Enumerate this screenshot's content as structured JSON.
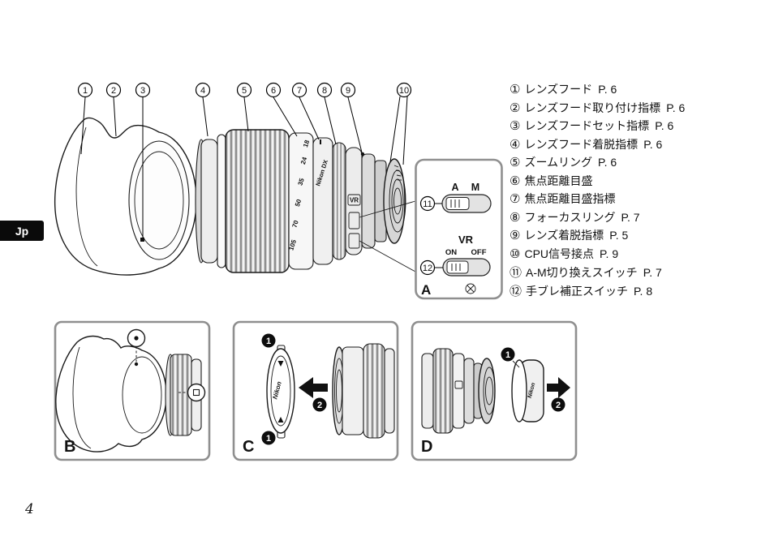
{
  "page": {
    "language_tab": "Jp",
    "page_number": "4"
  },
  "diagram": {
    "callouts": [
      "1",
      "2",
      "3",
      "4",
      "5",
      "6",
      "7",
      "8",
      "9",
      "10"
    ],
    "focal_numbers": [
      "105",
      "70",
      "50",
      "35",
      "24",
      "18"
    ],
    "lens_text": {
      "brand": "Nikon DX",
      "vr_badge": "VR"
    },
    "inset_a": {
      "letter": "A",
      "callout_11": "11",
      "callout_12": "12",
      "am_switch": {
        "a": "A",
        "m": "M"
      },
      "vr_switch": {
        "label": "VR",
        "on": "ON",
        "off": "OFF"
      }
    }
  },
  "parts_list": {
    "rows": [
      {
        "num": "①",
        "label": "レンズフード",
        "page": "P. 6"
      },
      {
        "num": "②",
        "label": "レンズフード取り付け指標",
        "page": "P. 6"
      },
      {
        "num": "③",
        "label": "レンズフードセット指標",
        "page": "P. 6"
      },
      {
        "num": "④",
        "label": "レンズフード着脱指標",
        "page": "P. 6"
      },
      {
        "num": "⑤",
        "label": "ズームリング",
        "page": "P. 6"
      },
      {
        "num": "⑥",
        "label": "焦点距離目盛",
        "page": ""
      },
      {
        "num": "⑦",
        "label": "焦点距離目盛指標",
        "page": ""
      },
      {
        "num": "⑧",
        "label": "フォーカスリング",
        "page": "P. 7"
      },
      {
        "num": "⑨",
        "label": "レンズ着脱指標",
        "page": "P. 5"
      },
      {
        "num": "⑩",
        "label": "CPU信号接点",
        "page": "P. 9"
      },
      {
        "num": "⑪",
        "label": "A-M切り換えスイッチ",
        "page": "P. 7"
      },
      {
        "num": "⑫",
        "label": "手ブレ補正スイッチ",
        "page": "P. 8"
      }
    ]
  },
  "insets": {
    "b": {
      "letter": "B"
    },
    "c": {
      "letter": "C",
      "badge_1": "1",
      "badge_2": "2",
      "cap_brand": "Nikon"
    },
    "d": {
      "letter": "D",
      "badge_1": "1",
      "badge_2": "2",
      "cap_brand": "Nikon"
    }
  }
}
